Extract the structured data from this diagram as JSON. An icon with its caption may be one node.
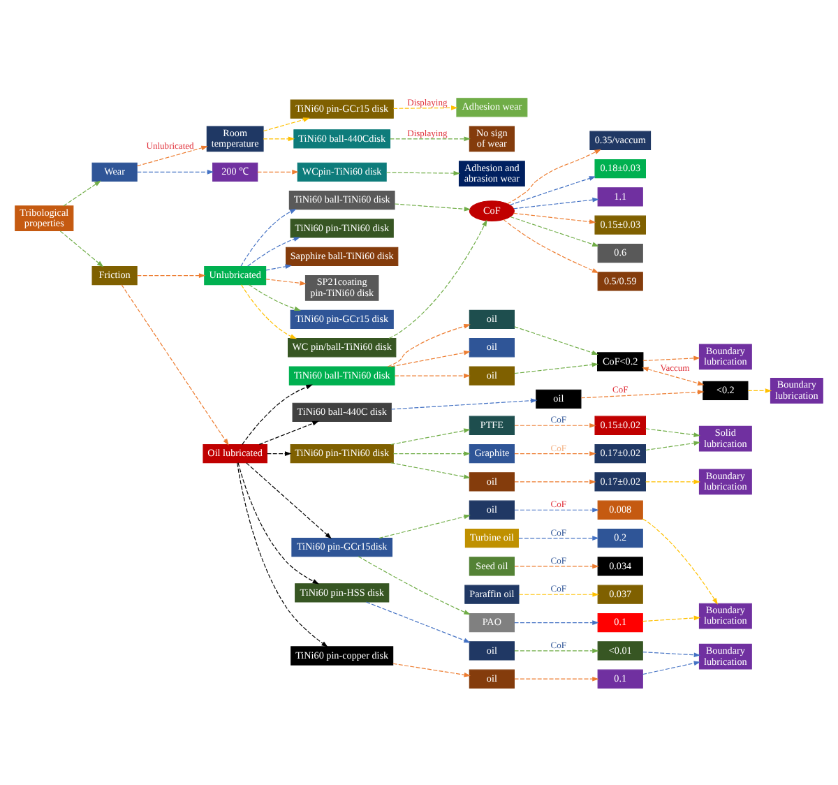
{
  "diagram": {
    "nodes": [
      {
        "text": [
          "Tribological properties"
        ]
      },
      {
        "text": [
          "Wear"
        ]
      },
      {
        "text": [
          "Room temperature"
        ]
      },
      {
        "text": [
          "200 ℃"
        ]
      },
      {
        "text": [
          "TiNi60 pin-GCr15 disk"
        ]
      },
      {
        "text": [
          "Adhesion wear"
        ]
      },
      {
        "text": [
          "TiNi60 ball-440Cdisk"
        ]
      },
      {
        "text": [
          "No sign of wear"
        ]
      },
      {
        "text": [
          "WCpin-TiNi60 disk"
        ]
      },
      {
        "text": [
          "Adhesion and abrasion wear"
        ]
      },
      {
        "text": [
          "Friction"
        ]
      },
      {
        "text": [
          "Unlubricated"
        ]
      },
      {
        "text": [
          "TiNi60 ball-TiNi60 disk"
        ]
      },
      {
        "text": [
          "TiNi60 pin-TiNi60 disk"
        ]
      },
      {
        "text": [
          "Sapphire ball-TiNi60 disk"
        ]
      },
      {
        "text": [
          "SP21coating pin-TiNi60 disk"
        ]
      },
      {
        "text": [
          "TiNi60 pin-GCr15 disk"
        ]
      },
      {
        "text": [
          "WC pin/ball-TiNi60 disk"
        ]
      },
      {
        "text": [
          "CoF"
        ]
      },
      {
        "text": [
          "0.35/vaccum"
        ]
      },
      {
        "text": [
          "0.18±0.03"
        ]
      },
      {
        "text": [
          "1.1"
        ]
      },
      {
        "text": [
          "0.15±0.03"
        ]
      },
      {
        "text": [
          "0.6"
        ]
      },
      {
        "text": [
          "0.5/0.59"
        ]
      },
      {
        "text": [
          "Oil lubricated"
        ]
      },
      {
        "text": [
          "TiNi60 ball-TiNi60 disk"
        ]
      },
      {
        "text": [
          "oil"
        ]
      },
      {
        "text": [
          "oil"
        ]
      },
      {
        "text": [
          "oil"
        ]
      },
      {
        "text": [
          "CoF<0.2"
        ]
      },
      {
        "text": [
          "Boundary lubrication"
        ]
      },
      {
        "text": [
          "TiNi60 ball-440C disk"
        ]
      },
      {
        "text": [
          "oil"
        ]
      },
      {
        "text": [
          "<0.2"
        ]
      },
      {
        "text": [
          "Boundary lubrication"
        ]
      },
      {
        "text": [
          "TiNi60 pin-TiNi60 disk"
        ]
      },
      {
        "text": [
          "PTFE"
        ]
      },
      {
        "text": [
          "0.15±0.02"
        ]
      },
      {
        "text": [
          "Graphite"
        ]
      },
      {
        "text": [
          "0.17±0.02"
        ]
      },
      {
        "text": [
          "Solid lubrication"
        ]
      },
      {
        "text": [
          "oil"
        ]
      },
      {
        "text": [
          "0.17±0.02"
        ]
      },
      {
        "text": [
          "Boundary lubrication"
        ]
      },
      {
        "text": [
          "TiNi60 pin-GCr15disk"
        ]
      },
      {
        "text": [
          "oil"
        ]
      },
      {
        "text": [
          "0.008"
        ]
      },
      {
        "text": [
          "Turbine oil"
        ]
      },
      {
        "text": [
          "0.2"
        ]
      },
      {
        "text": [
          "Seed oil"
        ]
      },
      {
        "text": [
          "0.034"
        ]
      },
      {
        "text": [
          "Paraffin oil"
        ]
      },
      {
        "text": [
          "0.037"
        ]
      },
      {
        "text": [
          "PAO"
        ]
      },
      {
        "text": [
          "0.1"
        ]
      },
      {
        "text": [
          "Boundary lubrication"
        ]
      },
      {
        "text": [
          "TiNi60 pin-HSS disk"
        ]
      },
      {
        "text": [
          "oil"
        ]
      },
      {
        "text": [
          "<0.01"
        ]
      },
      {
        "text": [
          "Boundary lubrication"
        ]
      },
      {
        "text": [
          "TiNi60 pin-copper disk"
        ]
      },
      {
        "text": [
          "oil"
        ]
      },
      {
        "text": [
          "0.1"
        ]
      }
    ],
    "edges": [
      {
        "from": 0,
        "to": 1,
        "arrow": "to",
        "style": "dashed",
        "color": "#70ad47"
      },
      {
        "from": 0,
        "to": 10,
        "arrow": "to",
        "style": "dashed",
        "color": "#70ad47"
      },
      {
        "from": 1,
        "to": 2,
        "arrow": "to",
        "style": "dashed",
        "label": "Unlubricated"
      },
      {
        "from": 1,
        "to": 3,
        "arrow": "to",
        "style": "dashed",
        "color": "#4472c4"
      },
      {
        "from": 2,
        "to": 4,
        "arrow": "to",
        "style": "dashed",
        "color": "#ffc000"
      },
      {
        "from": 2,
        "to": 6,
        "arrow": "to",
        "style": "dashed",
        "color": "#ffc000"
      },
      {
        "from": 3,
        "to": 8,
        "arrow": "to",
        "style": "dashed"
      },
      {
        "from": 4,
        "to": 5,
        "arrow": "to",
        "style": "dashed",
        "color": "#ffc000",
        "label": "Displaying"
      },
      {
        "from": 6,
        "to": 7,
        "arrow": "to",
        "style": "dashed",
        "color": "#70ad47",
        "label": "Displaying"
      },
      {
        "from": 8,
        "to": 9,
        "arrow": "to",
        "style": "dashed",
        "color": "#70ad47"
      },
      {
        "from": 10,
        "to": 11,
        "arrow": "to",
        "style": "dashed"
      },
      {
        "from": 10,
        "to": 25,
        "arrow": "to",
        "style": "dashed"
      },
      {
        "from": 11,
        "to": 12,
        "arrow": "to",
        "style": "dashed",
        "color": "#4472c4"
      },
      {
        "from": 11,
        "to": 13,
        "arrow": "to",
        "style": "dashed",
        "color": "#4472c4"
      },
      {
        "from": 11,
        "to": 14,
        "arrow": "to",
        "style": "dashed",
        "color": "#4472c4"
      },
      {
        "from": 11,
        "to": 15,
        "arrow": "to",
        "style": "dashed"
      },
      {
        "from": 11,
        "to": 16,
        "arrow": "to",
        "style": "dashed",
        "color": "#70ad47"
      },
      {
        "from": 11,
        "to": 17,
        "arrow": "to",
        "style": "dashed",
        "color": "#ffc000"
      },
      {
        "from": 12,
        "to": 18,
        "arrow": "to",
        "style": "dashed",
        "color": "#70ad47"
      },
      {
        "from": 17,
        "to": 18,
        "arrow": "to",
        "style": "dashed",
        "color": "#70ad47"
      },
      {
        "from": 18,
        "to": 19,
        "arrow": "to",
        "style": "dashed"
      },
      {
        "from": 18,
        "to": 20,
        "arrow": "to",
        "style": "dashed",
        "color": "#4472c4"
      },
      {
        "from": 18,
        "to": 21,
        "arrow": "to",
        "style": "dashed",
        "color": "#4472c4"
      },
      {
        "from": 18,
        "to": 22,
        "arrow": "to",
        "style": "dashed"
      },
      {
        "from": 18,
        "to": 23,
        "arrow": "to",
        "style": "dashed",
        "color": "#70ad47"
      },
      {
        "from": 18,
        "to": 24,
        "arrow": "to",
        "style": "dashed"
      },
      {
        "from": 25,
        "to": 26,
        "arrow": "to",
        "style": "dashed",
        "color": "#000000"
      },
      {
        "from": 25,
        "to": 32,
        "arrow": "to",
        "style": "dashed",
        "color": "#000000"
      },
      {
        "from": 25,
        "to": 36,
        "arrow": "to",
        "style": "dashed",
        "color": "#000000"
      },
      {
        "from": 25,
        "to": 45,
        "arrow": "to",
        "style": "dashed",
        "color": "#000000"
      },
      {
        "from": 25,
        "to": 57,
        "arrow": "to",
        "style": "dashed",
        "color": "#000000"
      },
      {
        "from": 25,
        "to": 61,
        "arrow": "to",
        "style": "dashed",
        "color": "#000000"
      },
      {
        "from": 26,
        "to": 27,
        "arrow": "to",
        "style": "dashed"
      },
      {
        "from": 26,
        "to": 28,
        "arrow": "to",
        "style": "dashed"
      },
      {
        "from": 26,
        "to": 29,
        "arrow": "to",
        "style": "dashed"
      },
      {
        "from": 27,
        "to": 30,
        "arrow": "to",
        "style": "dashed",
        "color": "#70ad47"
      },
      {
        "from": 29,
        "to": 30,
        "arrow": "to",
        "style": "dashed",
        "color": "#70ad47"
      },
      {
        "from": 30,
        "to": 31,
        "arrow": "to",
        "style": "dashed"
      },
      {
        "from": 30,
        "to": 34,
        "arrow": "both",
        "style": "dashed",
        "label": "Vaccum"
      },
      {
        "from": 32,
        "to": 33,
        "arrow": "to",
        "style": "dashed",
        "color": "#4472c4"
      },
      {
        "from": 33,
        "to": 34,
        "arrow": "to",
        "style": "dashed",
        "label": "CoF"
      },
      {
        "from": 34,
        "to": 35,
        "arrow": "to",
        "style": "dashed",
        "color": "#ffc000"
      },
      {
        "from": 36,
        "to": 37,
        "arrow": "to",
        "style": "dashed",
        "color": "#70ad47"
      },
      {
        "from": 36,
        "to": 39,
        "arrow": "to",
        "style": "dashed",
        "color": "#70ad47"
      },
      {
        "from": 36,
        "to": 42,
        "arrow": "to",
        "style": "dashed",
        "color": "#70ad47"
      },
      {
        "from": 37,
        "to": 38,
        "arrow": "to",
        "style": "dashed",
        "label": "CoF"
      },
      {
        "from": 39,
        "to": 40,
        "arrow": "to",
        "style": "dashed",
        "label": "CoF"
      },
      {
        "from": 38,
        "to": 41,
        "arrow": "to",
        "style": "dashed",
        "color": "#70ad47"
      },
      {
        "from": 40,
        "to": 41,
        "arrow": "to",
        "style": "dashed",
        "color": "#70ad47"
      },
      {
        "from": 42,
        "to": 43,
        "arrow": "to",
        "style": "dashed"
      },
      {
        "from": 43,
        "to": 44,
        "arrow": "to",
        "style": "dashed",
        "color": "#ffc000"
      },
      {
        "from": 45,
        "to": 46,
        "arrow": "to",
        "style": "dashed",
        "color": "#70ad47"
      },
      {
        "from": 45,
        "to": 54,
        "arrow": "to",
        "style": "dashed",
        "color": "#70ad47"
      },
      {
        "from": 46,
        "to": 47,
        "arrow": "to",
        "style": "dashed",
        "color": "#4472c4",
        "label": "CoF"
      },
      {
        "from": 48,
        "to": 49,
        "arrow": "to",
        "style": "dashed",
        "color": "#4472c4",
        "label": "CoF"
      },
      {
        "from": 50,
        "to": 51,
        "arrow": "to",
        "style": "dashed",
        "label": "CoF"
      },
      {
        "from": 52,
        "to": 53,
        "arrow": "to",
        "style": "dashed",
        "color": "#ffc000",
        "label": "CoF"
      },
      {
        "from": 54,
        "to": 55,
        "arrow": "to",
        "style": "dashed",
        "color": "#4472c4"
      },
      {
        "from": 47,
        "to": 56,
        "arrow": "to",
        "style": "dashed",
        "color": "#ffc000"
      },
      {
        "from": 55,
        "to": 56,
        "arrow": "to",
        "style": "dashed",
        "color": "#ffc000"
      },
      {
        "from": 57,
        "to": 58,
        "arrow": "to",
        "style": "dashed",
        "color": "#4472c4"
      },
      {
        "from": 58,
        "to": 59,
        "arrow": "to",
        "style": "dashed",
        "color": "#70ad47",
        "label": "CoF"
      },
      {
        "from": 61,
        "to": 62,
        "arrow": "to",
        "style": "dashed"
      },
      {
        "from": 62,
        "to": 63,
        "arrow": "to",
        "style": "dashed"
      },
      {
        "from": 59,
        "to": 60,
        "arrow": "to",
        "style": "dashed",
        "color": "#4472c4"
      },
      {
        "from": 63,
        "to": 60,
        "arrow": "to",
        "style": "dashed",
        "color": "#4472c4"
      }
    ]
  }
}
